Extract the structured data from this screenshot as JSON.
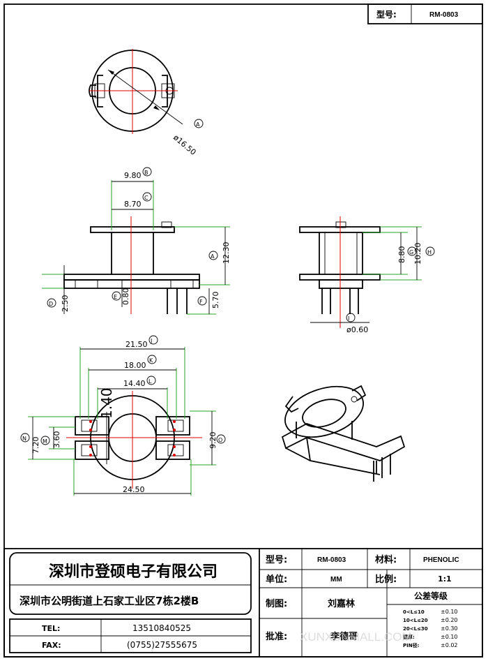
{
  "header_box": {
    "model_label": "型号:",
    "model_value": "RM-0803"
  },
  "dimensions": {
    "A": {
      "tag": "A",
      "value": "ø16.50"
    },
    "B": {
      "tag": "B",
      "value": "9.80"
    },
    "C": {
      "tag": "C",
      "value": "8.70"
    },
    "A2": {
      "tag": "A",
      "value": "12.30"
    },
    "D": {
      "tag": "D",
      "value": "2.50"
    },
    "E": {
      "tag": "E",
      "value": "0.80"
    },
    "F": {
      "tag": "F",
      "value": "5.70"
    },
    "G": {
      "tag": "G",
      "value": "8.80"
    },
    "H": {
      "tag": "H",
      "value": "10.20"
    },
    "I": {
      "tag": "I",
      "value": "ø0.60"
    },
    "J": {
      "tag": "J",
      "value": "21.50"
    },
    "K": {
      "tag": "K",
      "value": "18.00"
    },
    "L": {
      "tag": "L",
      "value": "14.40"
    },
    "S": {
      "value": "1.40"
    },
    "N": {
      "tag": "N",
      "value": "7.20"
    },
    "M": {
      "tag": "M",
      "value": "3.60"
    },
    "O": {
      "tag": "O",
      "value": "9.20"
    },
    "P": {
      "value": "24.50"
    }
  },
  "title_block": {
    "company": "深圳市登硕电子有限公司",
    "address": "深圳市公明街道上石家工业区7栋2楼B",
    "tel_label": "TEL:",
    "tel_value": "13510840525",
    "fax_label": "FAX:",
    "fax_value": "(0755)27555675",
    "model_label": "型号:",
    "model_value": "RM-0803",
    "material_label": "材料:",
    "material_value": "PHENOLIC",
    "unit_label": "单位:",
    "unit_value": "MM",
    "scale_label": "比例:",
    "scale_value": "1:1",
    "drawn_label": "制图:",
    "drawn_value": "刘嘉林",
    "approved_label": "批准:",
    "approved_value": "李德哥",
    "tolerance_title": "公差等级",
    "tolerances": [
      {
        "range": "0<L≤10",
        "value": "±0.10"
      },
      {
        "range": "10<L≤20",
        "value": "±0.20"
      },
      {
        "range": "20<L≤30",
        "value": "±0.30"
      },
      {
        "range": "壁厚:",
        "value": "±0.10"
      },
      {
        "range": "PIN径:",
        "value": "±0.02"
      }
    ],
    "watermark": "XUNXUNMALL.COM"
  }
}
